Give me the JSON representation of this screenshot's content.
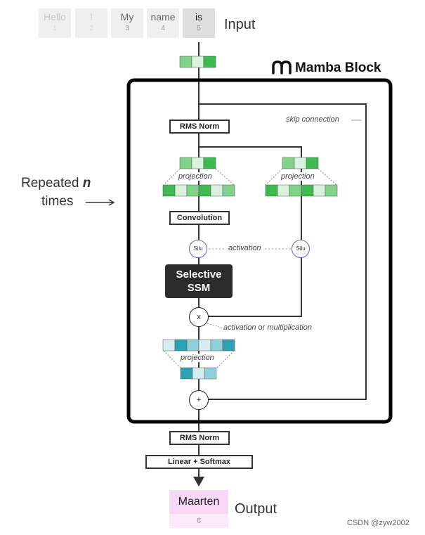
{
  "input": {
    "label": "Input",
    "tokens": [
      {
        "word": "Hello",
        "index": "1"
      },
      {
        "word": "!",
        "index": "2"
      },
      {
        "word": "My",
        "index": "3"
      },
      {
        "word": "name",
        "index": "4"
      },
      {
        "word": "is",
        "index": "5"
      }
    ]
  },
  "block": {
    "title": "Mamba Block",
    "repeated_label": "Repeated",
    "repeated_var": "n",
    "times_label": "times",
    "skip_connection": "skip connection",
    "rms_norm": "RMS Norm",
    "projection": "projection",
    "convolution": "Convolution",
    "silu": "Silu",
    "activation": "activation",
    "selective_ssm_line1": "Selective",
    "selective_ssm_line2": "SSM",
    "multiply_symbol": "x",
    "act_or_mult_a": "activation",
    "act_or_mult_or": " or ",
    "act_or_mult_b": "multiplication",
    "add_symbol": "+"
  },
  "head": {
    "rms_norm": "RMS Norm",
    "linear_softmax": "Linear + Softmax"
  },
  "output": {
    "label": "Output",
    "word": "Maarten",
    "index": "6"
  },
  "watermark": "CSDN @zyw2002",
  "colors": {
    "green_dark": "#3dbb4f",
    "green_mid": "#7fd48a",
    "green_light": "#d9f2dc",
    "teal_dark": "#2aa3b5",
    "teal_mid": "#8fd0da",
    "teal_light": "#d6eef2",
    "output_pink": "#f7d9f5",
    "silu_ring": "#6a5acd"
  }
}
